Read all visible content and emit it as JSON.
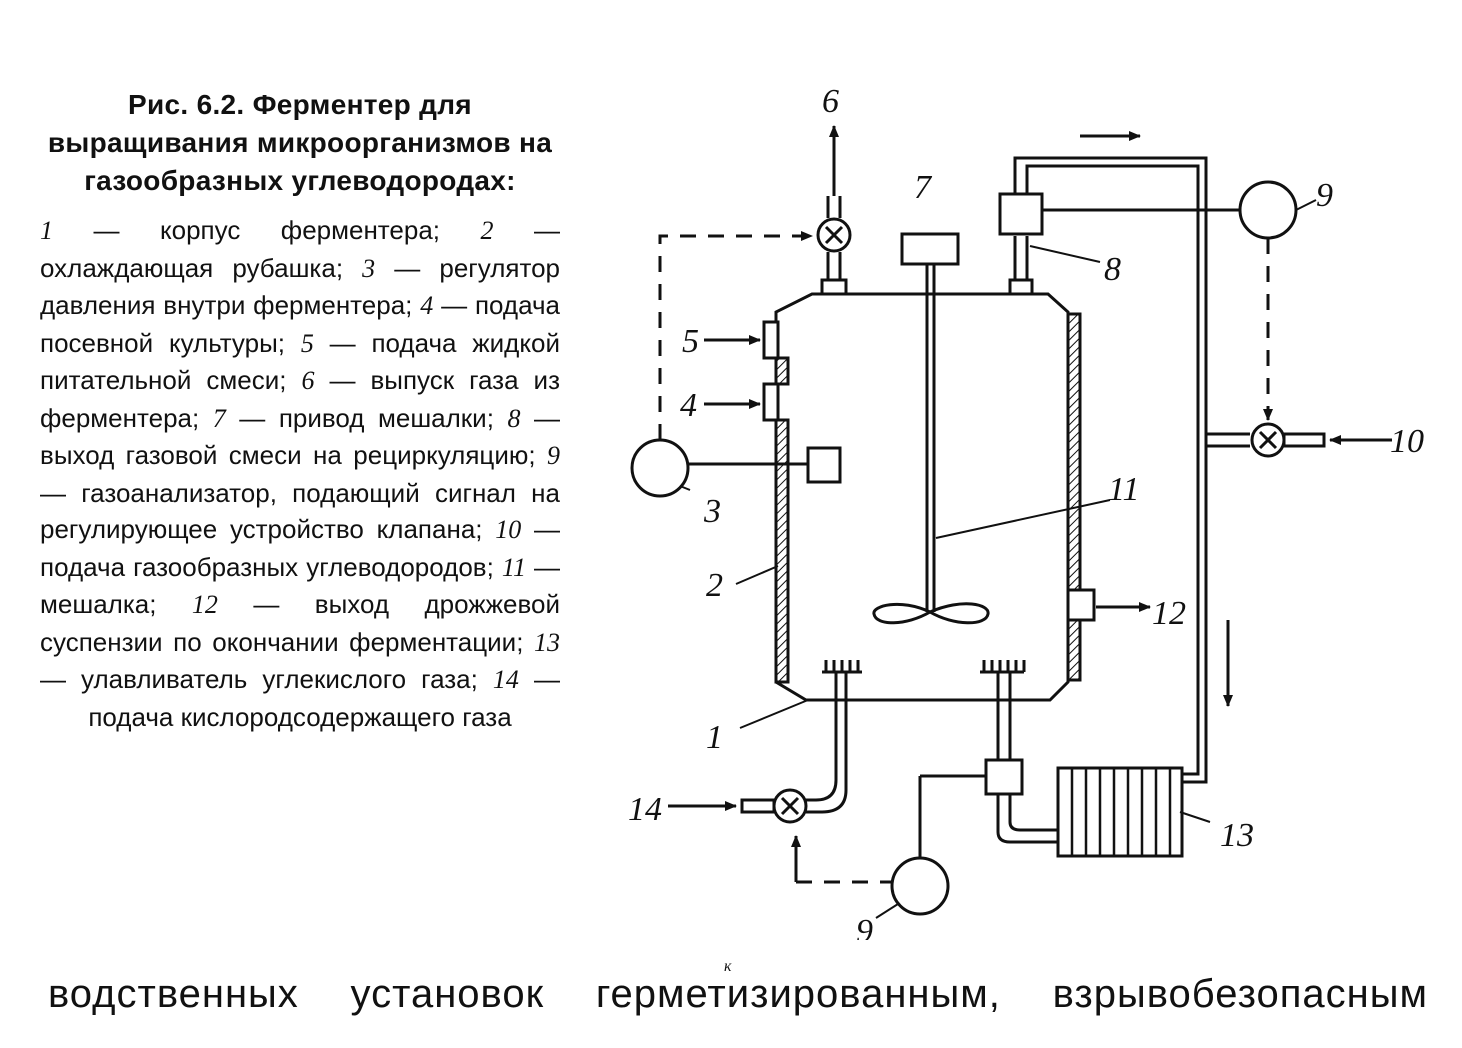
{
  "caption": {
    "figure_number": "Рис. 6.2.",
    "title": "Ферментер для выращивания микроорганизмов на газообразных углеводородах:"
  },
  "legend": [
    {
      "n": "1",
      "text": "корпус ферментера;"
    },
    {
      "n": "2",
      "text": "охлаждающая рубашка;"
    },
    {
      "n": "3",
      "text": "регулятор давления внутри ферментера;"
    },
    {
      "n": "4",
      "text": "подача посевной культуры;"
    },
    {
      "n": "5",
      "text": "подача жидкой питательной смеси;"
    },
    {
      "n": "6",
      "text": "выпуск газа из ферментера;"
    },
    {
      "n": "7",
      "text": "привод мешалки;"
    },
    {
      "n": "8",
      "text": "выход газовой смеси на рециркуляцию;"
    },
    {
      "n": "9",
      "text": "газоанализатор, подающий сигнал на регулирующее устройство клапана;"
    },
    {
      "n": "10",
      "text": "подача газообразных углеводородов;"
    },
    {
      "n": "11",
      "text": "мешалка;"
    },
    {
      "n": "12",
      "text": "выход дрожжевой суспензии по окончании ферментации;"
    },
    {
      "n": "13",
      "text": "улавливатель углекислого газа;"
    },
    {
      "n": "14",
      "text": "подача кислородсодержащего газа"
    }
  ],
  "diagram_labels": {
    "l1": "1",
    "l2": "2",
    "l3": "3",
    "l4": "4",
    "l5": "5",
    "l6": "6",
    "l7": "7",
    "l8": "8",
    "l9_top": "9",
    "l9_bottom": "9",
    "l10": "10",
    "l11": "11",
    "l12": "12",
    "l13": "13",
    "l14": "14"
  },
  "bottom_text": [
    "водственных",
    "установок",
    "герметизированным,",
    "взрывобезопасным"
  ],
  "stray_mark": "к"
}
